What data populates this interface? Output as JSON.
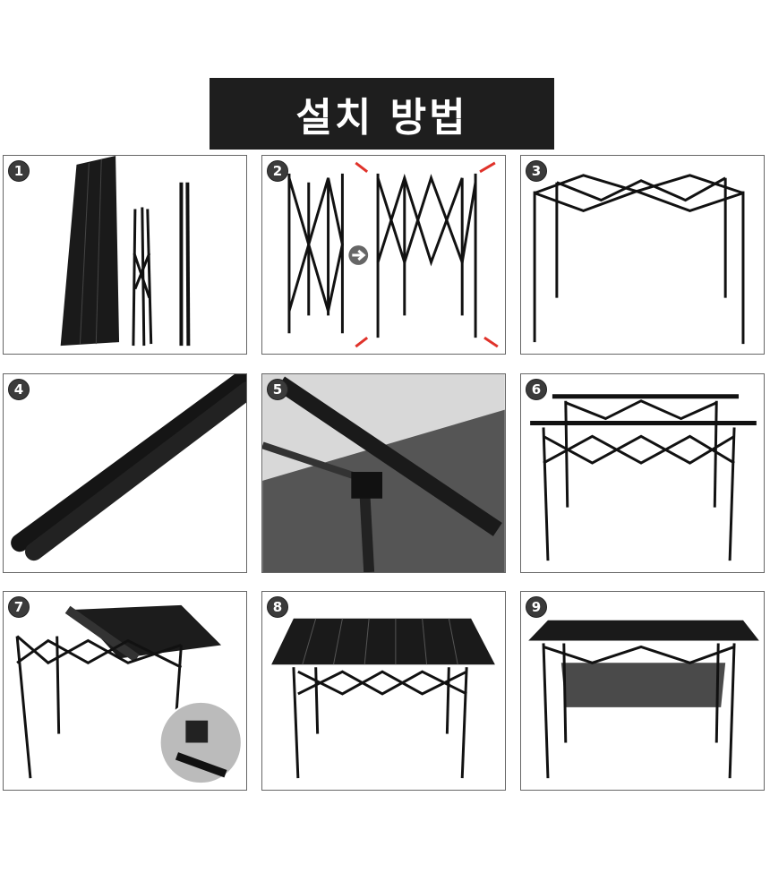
{
  "header": {
    "title": "설치 방법"
  },
  "steps": [
    {
      "number": "1"
    },
    {
      "number": "2"
    },
    {
      "number": "3"
    },
    {
      "number": "4"
    },
    {
      "number": "5"
    },
    {
      "number": "6"
    },
    {
      "number": "7"
    },
    {
      "number": "8"
    },
    {
      "number": "9"
    }
  ],
  "colors": {
    "title_bg": "#1e1e1e",
    "badge_bg": "#3b3b3b",
    "arrow": "#e0322a"
  }
}
